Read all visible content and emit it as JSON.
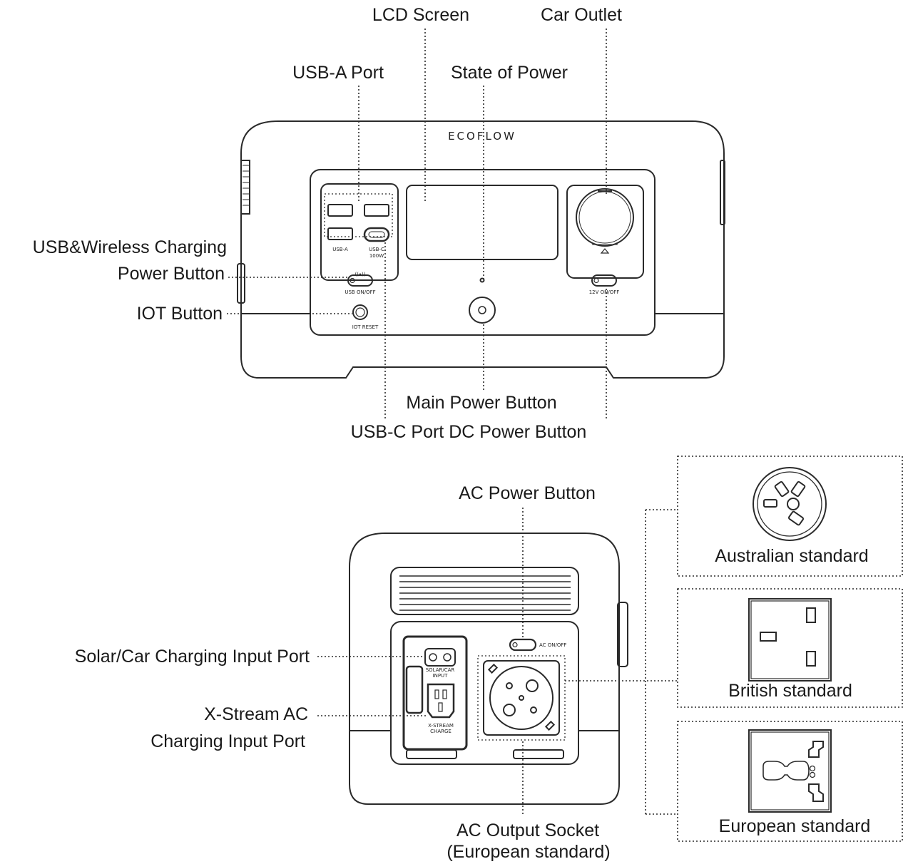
{
  "front_view": {
    "brand_logo": "ECOFLOW",
    "labels": {
      "lcd_screen": "LCD Screen",
      "car_outlet": "Car Outlet",
      "usb_a_port": "USB-A Port",
      "state_of_power": "State of Power",
      "usb_wireless_line1": "USB&Wireless Charging",
      "usb_wireless_line2": "Power Button",
      "iot_button": "IOT Button",
      "main_power_button": "Main Power Button",
      "usbc_dc_power_button": "USB-C Port DC Power Button"
    },
    "panel_print": {
      "usba": "USB-A",
      "usbc_line1": "USB-C",
      "usbc_line2": "100W",
      "usb_onoff": "USB ON/OFF",
      "iot_reset": "IOT RESET",
      "dc_onoff": "12V ON/OFF"
    }
  },
  "rear_view": {
    "labels": {
      "ac_power_button": "AC Power Button",
      "solar_car_input": "Solar/Car Charging Input Port",
      "xstream_line1": "X-Stream AC",
      "xstream_line2": "Charging Input Port",
      "ac_output_line1": "AC Output Socket",
      "ac_output_line2": "(European standard)"
    },
    "panel_print": {
      "ac_onoff": "AC ON/OFF",
      "solar_input_line1": "SOLAR/CAR",
      "solar_input_line2": "INPUT",
      "xstream_line1": "X-STREAM",
      "xstream_line2": "CHARGE"
    }
  },
  "socket_standards": {
    "australian": "Australian standard",
    "british": "British standard",
    "european": "European standard"
  }
}
